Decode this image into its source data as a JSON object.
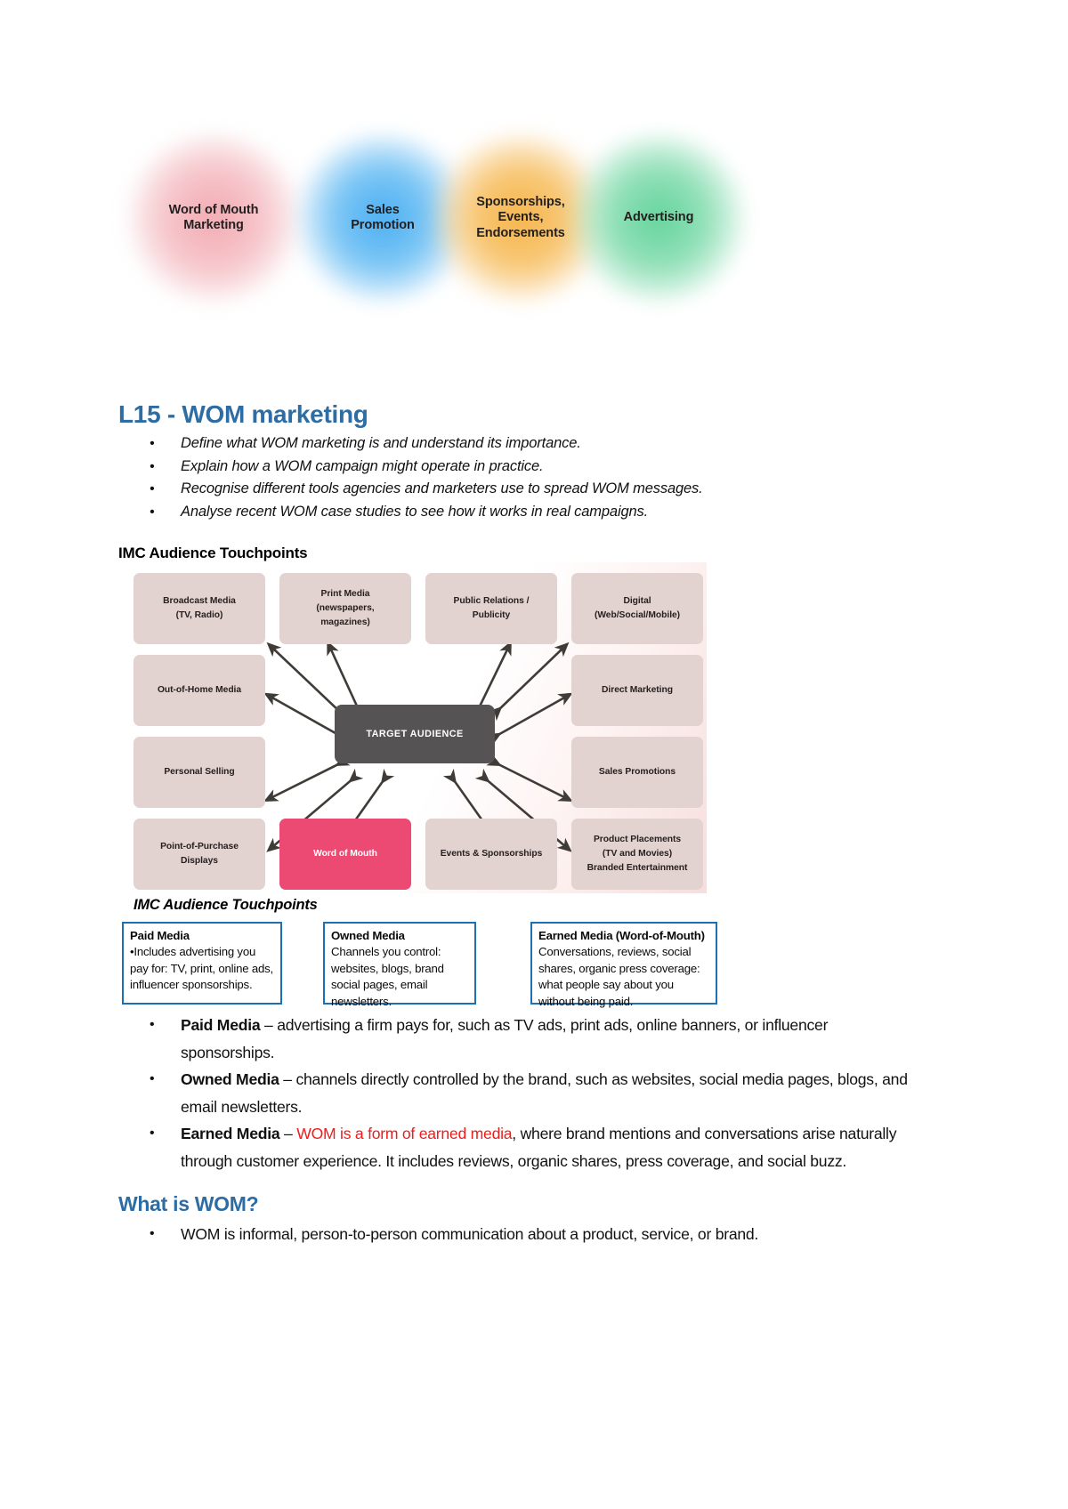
{
  "banner": {
    "blobs": [
      {
        "label": "Word of Mouth\nMarketing",
        "color": "#f3b7bd"
      },
      {
        "label": "Sales\nPromotion",
        "color": "#5cb3ef"
      },
      {
        "label": "Sponsorships,\nEvents,\nEndorsements",
        "color": "#f6b955"
      },
      {
        "label": "Advertising",
        "color": "#79d9a6"
      }
    ]
  },
  "lecture": {
    "title": "L15 - WOM marketing",
    "objectives": [
      "Define what WOM marketing is and understand its importance.",
      "Explain how a WOM campaign might operate in practice.",
      "Recognise different tools agencies and marketers use to spread WOM messages.",
      "Analyse recent WOM case studies to see how it works in real campaigns."
    ]
  },
  "imc_diagram": {
    "heading": "IMC Audience Touchpoints",
    "center": "TARGET AUDIENCE",
    "boxes": [
      {
        "label": "Broadcast Media\n(TV, Radio)",
        "highlight": false
      },
      {
        "label": "Print Media\n(newspapers,\nmagazines)",
        "highlight": false
      },
      {
        "label": "Public Relations /\nPublicity",
        "highlight": false
      },
      {
        "label": "Digital\n(Web/Social/Mobile)",
        "highlight": false
      },
      {
        "label": "Out-of-Home Media",
        "highlight": false
      },
      {
        "label": "Direct Marketing",
        "highlight": false
      },
      {
        "label": "Personal Selling",
        "highlight": false
      },
      {
        "label": "Sales Promotions",
        "highlight": false
      },
      {
        "label": "Point-of-Purchase\nDisplays",
        "highlight": false
      },
      {
        "label": "Word of Mouth",
        "highlight": true
      },
      {
        "label": "Events & Sponsorships",
        "highlight": false
      },
      {
        "label": "Product Placements\n(TV and Movies)\nBranded Entertainment",
        "highlight": false
      }
    ],
    "box_fill": "#e2d2d0",
    "highlight_fill": "#ec4a72",
    "center_fill": "#555353"
  },
  "imc_media": {
    "heading": "IMC Audience Touchpoints",
    "boxes": [
      {
        "title": "Paid Media",
        "body": "•Includes advertising you pay for: TV, print, online ads, influencer sponsorships."
      },
      {
        "title": "Owned Media",
        "body": "Channels you control: websites, blogs, brand social pages, email newsletters."
      },
      {
        "title": "Earned Media (Word-of-Mouth)",
        "body": "Conversations, reviews, social shares, organic press coverage: what people say about you without being paid."
      }
    ],
    "border_color": "#1f6fb5"
  },
  "media_bullets": [
    {
      "lead": "Paid Media",
      "dash": " – ",
      "rest": "advertising a firm pays for, such as TV ads, print ads, online banners, or influencer sponsorships."
    },
    {
      "lead": "Owned Media",
      "dash": " – ",
      "rest": "channels directly controlled by the brand, such as websites, social media pages, blogs, and email newsletters."
    },
    {
      "lead": "Earned Media",
      "dash": " – ",
      "red": "WOM is a form of earned media",
      "rest": ", where brand mentions and conversations arise naturally through customer experience. It includes reviews, organic shares, press coverage, and social buzz."
    }
  ],
  "wom_section": {
    "heading": "What is WOM?",
    "items": [
      "WOM is informal, person-to-person communication about a product, service, or brand."
    ]
  },
  "colors": {
    "heading_blue": "#2e6ca4",
    "red_accent": "#ee1c1c",
    "box_blue_border": "#1f6fb5"
  }
}
